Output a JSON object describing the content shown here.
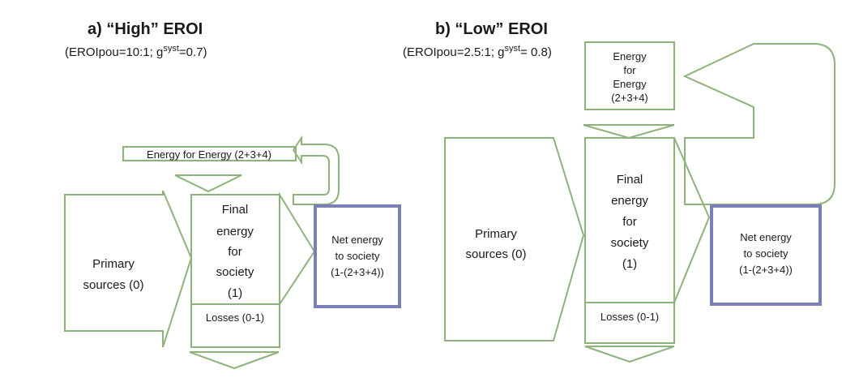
{
  "panel_a": {
    "title": "a) “High” EROI",
    "subtitle_prefix": "(EROIpou=10:1; g",
    "subtitle_sup": "syst",
    "subtitle_suffix": "=0.7)",
    "energy_for_energy": "Energy for Energy (2+3+4)",
    "primary": [
      "Primary",
      "sources (0)"
    ],
    "final": [
      "Final",
      "energy",
      "for",
      "society",
      "(1)"
    ],
    "losses": "Losses (0-1)",
    "net": [
      "Net energy",
      "to society",
      "(1-(2+3+4))"
    ]
  },
  "panel_b": {
    "title": "b) “Low” EROI",
    "subtitle_prefix": "(EROIpou=2.5:1; g",
    "subtitle_sup": "syst",
    "subtitle_suffix": "= 0.8)",
    "energy_for_energy": [
      "Energy",
      "for",
      "Energy",
      "(2+3+4)"
    ],
    "primary": [
      "Primary",
      "sources (0)"
    ],
    "final": [
      "Final",
      "energy",
      "for",
      "society",
      "(1)"
    ],
    "losses": "Losses (0-1)",
    "net": [
      "Net energy",
      "to society",
      "(1-(2+3+4))"
    ]
  },
  "colors": {
    "flow": "#8db37a",
    "net_energy_box": "#7b7fb8"
  }
}
